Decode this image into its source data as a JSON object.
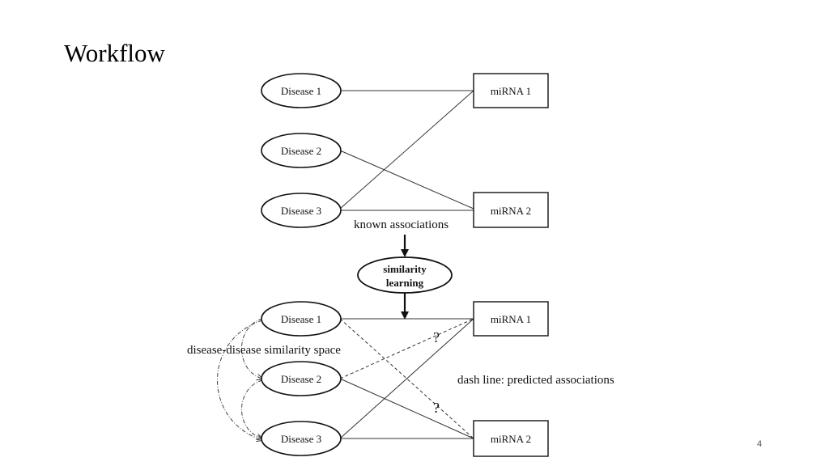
{
  "slide": {
    "title": "Workflow",
    "page_number": "4"
  },
  "diagram": {
    "top": {
      "diseases": [
        "Disease 1",
        "Disease 2",
        "Disease 3"
      ],
      "mirnas": [
        "miRNA 1",
        "miRNA 2"
      ],
      "caption": "known associations"
    },
    "process": {
      "line1": "similarity",
      "line2": "learning"
    },
    "bottom": {
      "diseases": [
        "Disease 1",
        "Disease 2",
        "Disease 3"
      ],
      "mirnas": [
        "miRNA 1",
        "miRNA 2"
      ],
      "similarity_caption": "disease-disease similarity space",
      "legend": "dash line: predicted associations",
      "unknown_marker": "?"
    }
  }
}
